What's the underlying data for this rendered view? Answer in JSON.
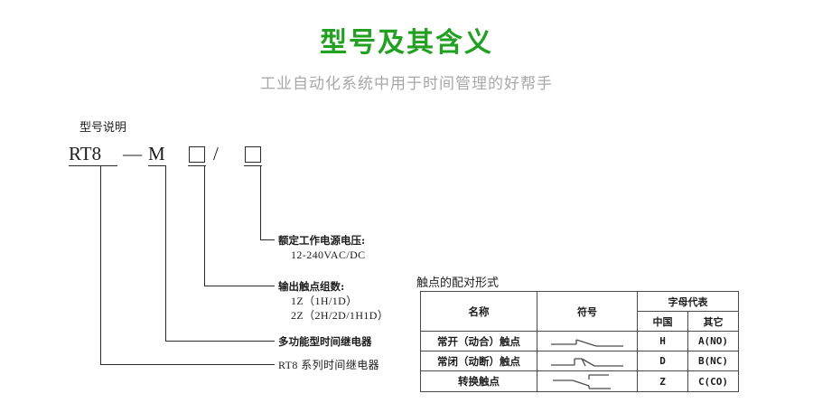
{
  "header": {
    "title": "型号及其含义",
    "subtitle": "工业自动化系统中用于时间管理的好帮手",
    "title_color": "#22a022",
    "subtitle_color": "#a8a8a8"
  },
  "model": {
    "section_label": "型号说明",
    "code": {
      "series": "RT8",
      "dash": "—",
      "type": "M",
      "box1": "□",
      "slash": "/",
      "box2": "□"
    },
    "callouts": [
      {
        "id": "rated-voltage",
        "title": "额定工作电源电压:",
        "lines": [
          "12-240VAC/DC"
        ]
      },
      {
        "id": "output-contact-groups",
        "title": "输出触点组数:",
        "lines": [
          "1Z（1H/1D）",
          "2Z（2H/2D/1H1D）"
        ]
      },
      {
        "id": "multifunction-timer",
        "title": "多功能型时间继电器",
        "lines": []
      },
      {
        "id": "rt8-series",
        "title": "RT8 系列时间继电器",
        "lines": []
      }
    ]
  },
  "contact_table": {
    "caption": "触点的配对形式",
    "headers": {
      "name": "名称",
      "symbol": "符号",
      "letter_group": "字母代表",
      "china": "中国",
      "other": "其它"
    },
    "rows": [
      {
        "name": "常开（动合）触点",
        "symbol": "no-contact-symbol",
        "china": "H",
        "other": "A(NO)"
      },
      {
        "name": "常闭（动断）触点",
        "symbol": "nc-contact-symbol",
        "china": "D",
        "other": "B(NC)"
      },
      {
        "name": "转换触点",
        "symbol": "co-contact-symbol",
        "china": "Z",
        "other": "C(CO)"
      }
    ]
  }
}
